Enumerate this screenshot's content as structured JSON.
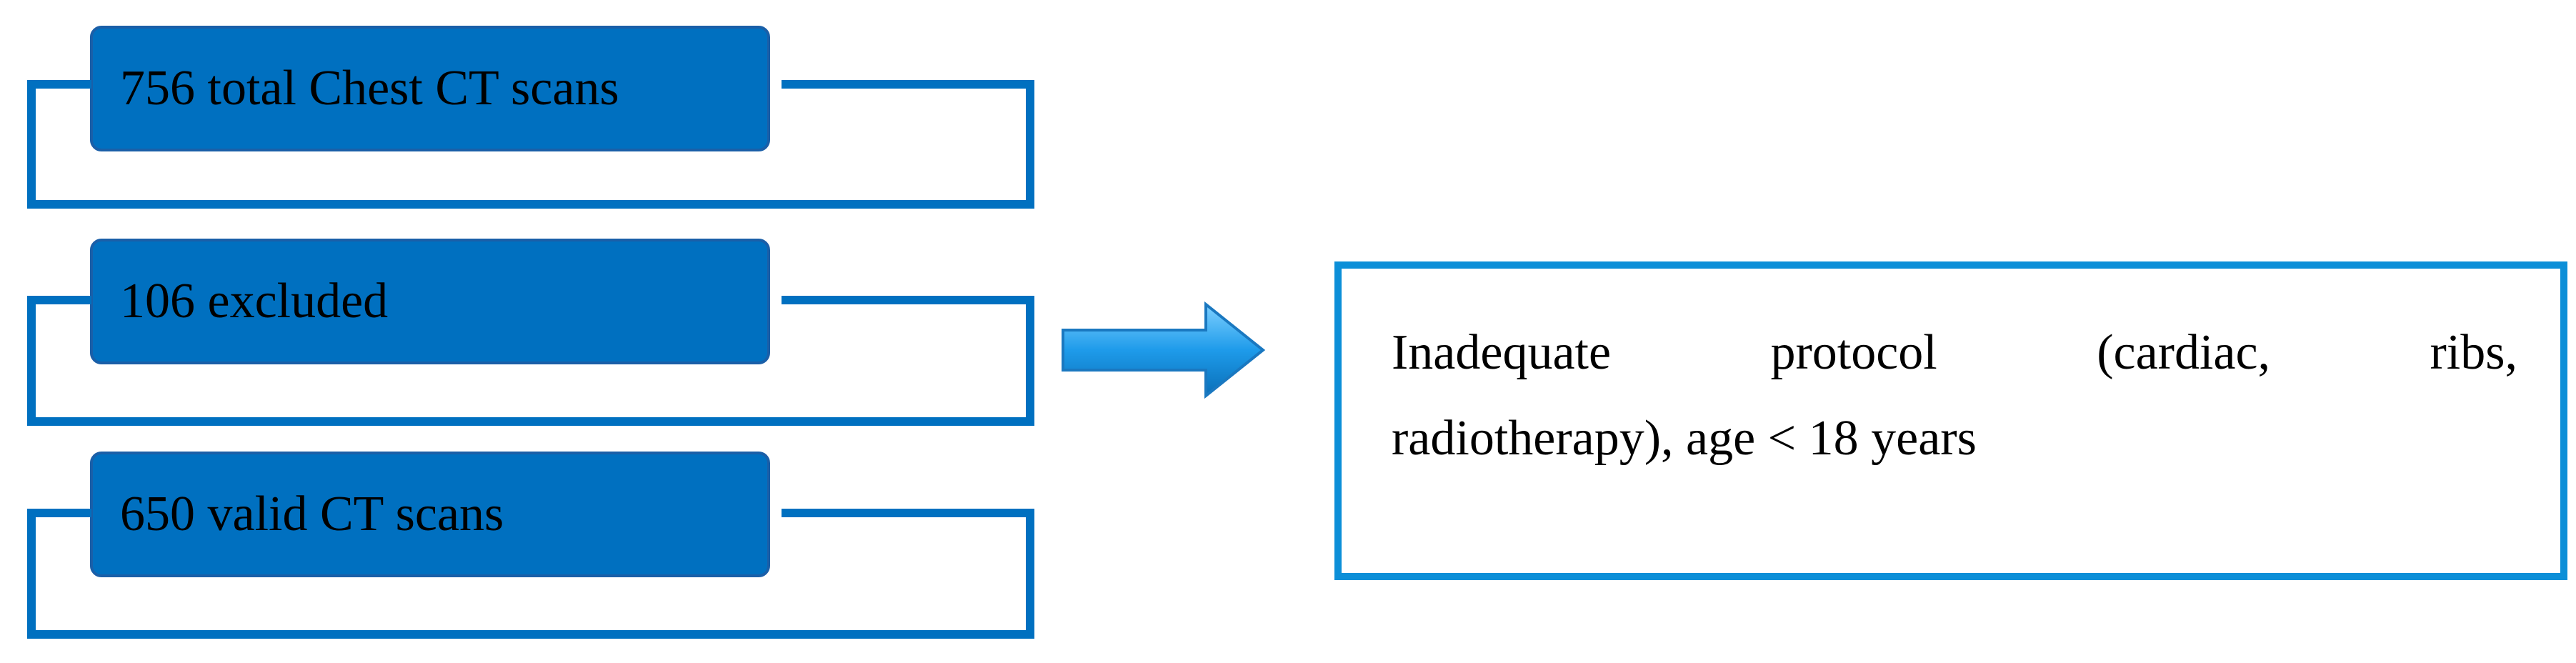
{
  "stages": [
    {
      "label": "756 total Chest CT scans"
    },
    {
      "label": "106 excluded"
    },
    {
      "label": "650 valid CT scans"
    }
  ],
  "exclusion_note": {
    "line1": "Inadequate protocol (cardiac, ribs,",
    "line2": "radiotherapy), age < 18 years"
  },
  "colors": {
    "stage_fill": "#0070c0",
    "bracket": "#0070c0",
    "note_border": "#0c8fd8",
    "arrow": "#1e9bea"
  }
}
